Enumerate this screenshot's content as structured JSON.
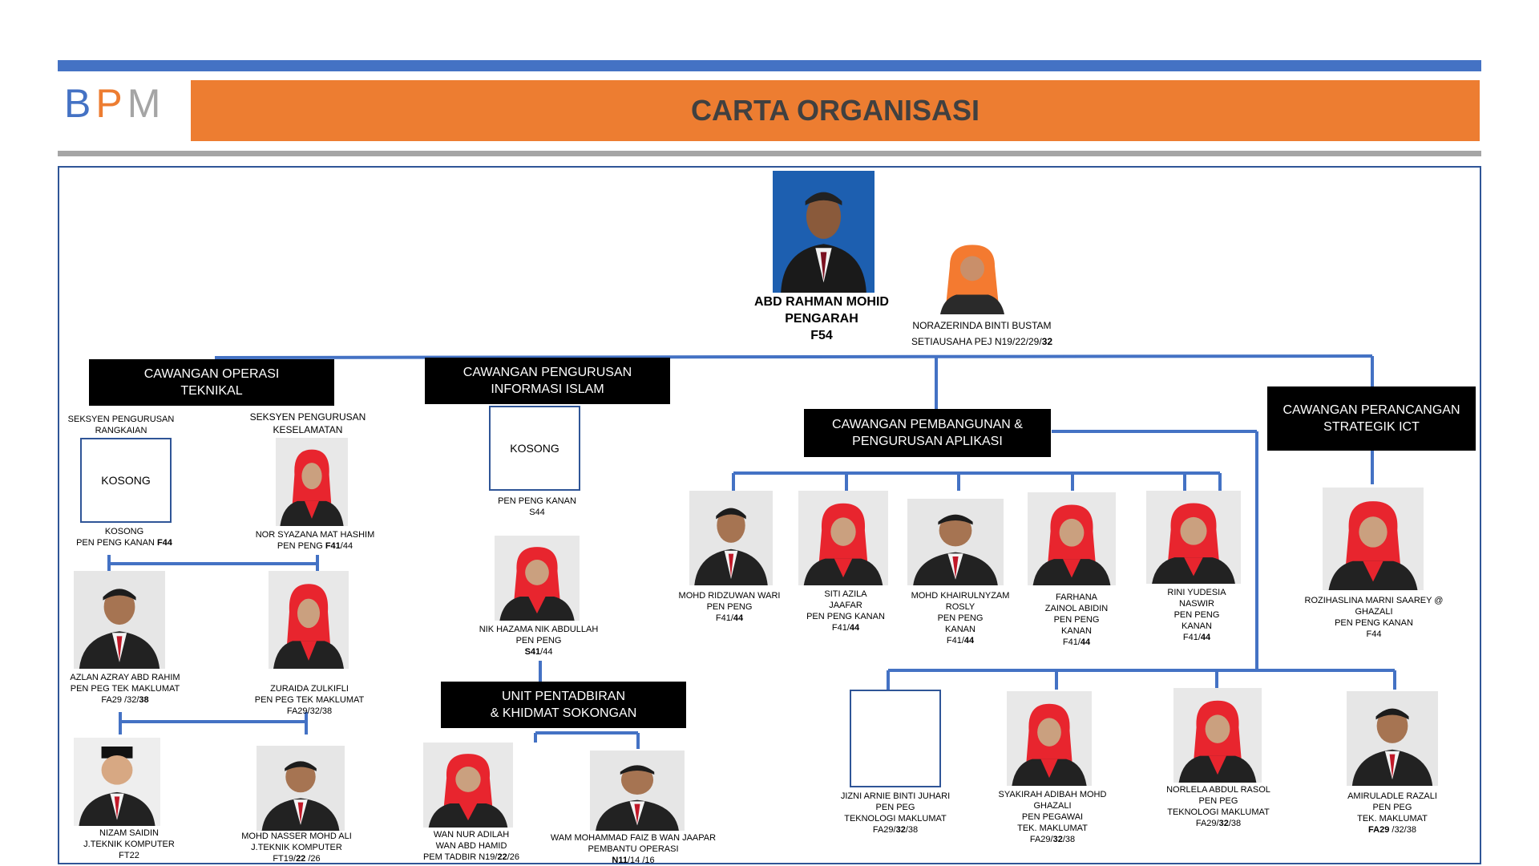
{
  "header": {
    "logo": [
      "B",
      "P",
      "M"
    ],
    "logo_colors": [
      "#4472c4",
      "#ed7d31",
      "#a5a5a5"
    ],
    "title": "CARTA ORGANISASI"
  },
  "colors": {
    "accent": "#ed7d31",
    "line": "#4472c4",
    "frame": "#2f5597"
  },
  "director": {
    "name": "ABD RAHMAN MOHID",
    "title": "PENGARAH",
    "grade": "F54"
  },
  "secretary": {
    "name": "NORAZERINDA BINTI BUSTAM",
    "grade_prefix": "SETIAUSAHA PEJ N19/22/29/",
    "grade_bold": "32"
  },
  "branches": {
    "operasi": "CAWANGAN OPERASI\nTEKNIKAL",
    "informasi": "CAWANGAN PENGURUSAN\nINFORMASI ISLAM",
    "pembangunan": "CAWANGAN PEMBANGUNAN &\nPENGURUSAN APLIKASI",
    "perancangan": "CAWANGAN PERANCANGAN\nSTRATEGIK ICT",
    "unit": "UNIT PENTADBIRAN\n& KHIDMAT SOKONGAN"
  },
  "sections": {
    "rangkaian": "SEKSYEN  PENGURUSAN\nRANGKAIAN",
    "keselamatan": "SEKSYEN  PENGURUSAN\nKESELAMATAN"
  },
  "kosong_label": "KOSONG",
  "vacancies": {
    "rangkaian": {
      "line1": "KOSONG",
      "line2_prefix": "PEN PENG KANAN ",
      "line2_bold": "F44"
    },
    "informasi": {
      "line1": "PEN PENG KANAN",
      "line2": "S44"
    }
  },
  "people": {
    "syazana": {
      "name": "NOR SYAZANA MAT HASHIM",
      "post_prefix": "PEN PENG ",
      "post_bold": "F41",
      "post_suffix": "/44"
    },
    "azlan": {
      "name": "AZLAN AZRAY ABD RAHIM",
      "post": "PEN PEG TEK MAKLUMAT",
      "grade_prefix": "FA29 /32/",
      "grade_bold": "38"
    },
    "zuraida": {
      "name": "ZURAIDA ZULKIFLI",
      "post": "PEN PEG  TEK MAKLUMAT",
      "grade": "FA29/32/38"
    },
    "nizam": {
      "name": "NIZAM SAIDIN",
      "post": "J.TEKNIK KOMPUTER",
      "grade": "FT22"
    },
    "nasser": {
      "name": "MOHD NASSER MOHD ALI",
      "post": "J.TEKNIK KOMPUTER",
      "grade_prefix": "FT19/",
      "grade_bold": "22",
      "grade_suffix": " /26"
    },
    "hazama": {
      "name": "NIK HAZAMA  NIK ABDULLAH",
      "post": "PEN PENG",
      "grade_bold": "S41",
      "grade_suffix": "/44"
    },
    "wannur": {
      "name": "WAN NUR ADILAH",
      "name2": "WAN ABD HAMID",
      "post_prefix": "PEM TADBIR N19/",
      "post_bold": "22",
      "post_suffix": "/26"
    },
    "faiz": {
      "name": "WAM MOHAMMAD FAIZ B WAN JAAPAR",
      "post": "PEMBANTU OPERASI",
      "grade_bold": "N11",
      "grade_suffix": "/14 /16"
    },
    "ridzuwan": {
      "name": "MOHD RIDZUWAN  WARI",
      "post": "PEN PENG",
      "grade_prefix": "F41/",
      "grade_bold": "44"
    },
    "sitiazila": {
      "name": "SITI AZILA",
      "name2": "JAAFAR",
      "post": "PEN PENG KANAN",
      "grade_prefix": "F41/",
      "grade_bold": "44"
    },
    "khairul": {
      "name": "MOHD KHAIRULNYZAM",
      "name2": "ROSLY",
      "post": "PEN PENG",
      "post2": "KANAN",
      "grade_prefix": "F41/",
      "grade_bold": "44"
    },
    "farhana": {
      "name": "FARHANA",
      "name2": "ZAINOL ABIDIN",
      "post": "PEN PENG",
      "post2": "KANAN",
      "grade_prefix": "F41/",
      "grade_bold": "44"
    },
    "rini": {
      "name": "RINI YUDESIA",
      "name2": "NASWIR",
      "post": "PEN PENG",
      "post2": "KANAN",
      "grade_prefix": "F41/",
      "grade_bold": "44"
    },
    "rozihaslina": {
      "name": "ROZIHASLINA MARNI SAAREY @",
      "name2": "GHAZALI",
      "post": "PEN PENG KANAN",
      "grade": "F44"
    },
    "jizni": {
      "name": "JIZNI ARNIE BINTI JUHARI",
      "post": "PEN PEG",
      "post2": "TEKNOLOGI MAKLUMAT",
      "grade_prefix": "FA29/",
      "grade_bold": "32",
      "grade_suffix": "/38"
    },
    "syakirah": {
      "name": "SYAKIRAH ADIBAH MOHD",
      "name2": "GHAZALI",
      "post": "PEN PEGAWAI",
      "post2": "TEK. MAKLUMAT",
      "grade_prefix": "FA29/",
      "grade_bold": "32",
      "grade_suffix": "/38"
    },
    "norlela": {
      "name": "NORLELA ABDUL RASOL",
      "post": "PEN PEG",
      "post2": "TEKNOLOGI MAKLUMAT",
      "grade_prefix": "FA29/",
      "grade_bold": "32",
      "grade_suffix": "/38"
    },
    "amiruladle": {
      "name": "AMIRULADLE RAZALI",
      "post": "PEN PEG",
      "post2": "TEK. MAKLUMAT",
      "grade_bold": "FA29",
      "grade_suffix": " /32/38"
    }
  }
}
